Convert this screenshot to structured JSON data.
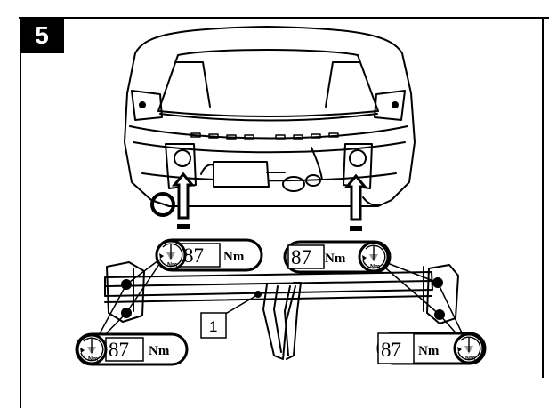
{
  "step": {
    "number": "5"
  },
  "callout": {
    "part_number": "1"
  },
  "torque_labels": [
    {
      "value": "87",
      "unit": "Nm",
      "icon": "torque-wrench-icon",
      "icon_text": "Nm"
    },
    {
      "value": "87",
      "unit": "Nm",
      "icon": "torque-wrench-icon",
      "icon_text": "Nm"
    },
    {
      "value": "87",
      "unit": "Nm",
      "icon": "torque-wrench-icon",
      "icon_text": "Nm"
    },
    {
      "value": "87",
      "unit": "Nm",
      "icon": "torque-wrench-icon",
      "icon_text": "Nm"
    }
  ],
  "colors": {
    "ink": "#000000",
    "paper": "#ffffff",
    "wrench_gray": "#999999"
  }
}
